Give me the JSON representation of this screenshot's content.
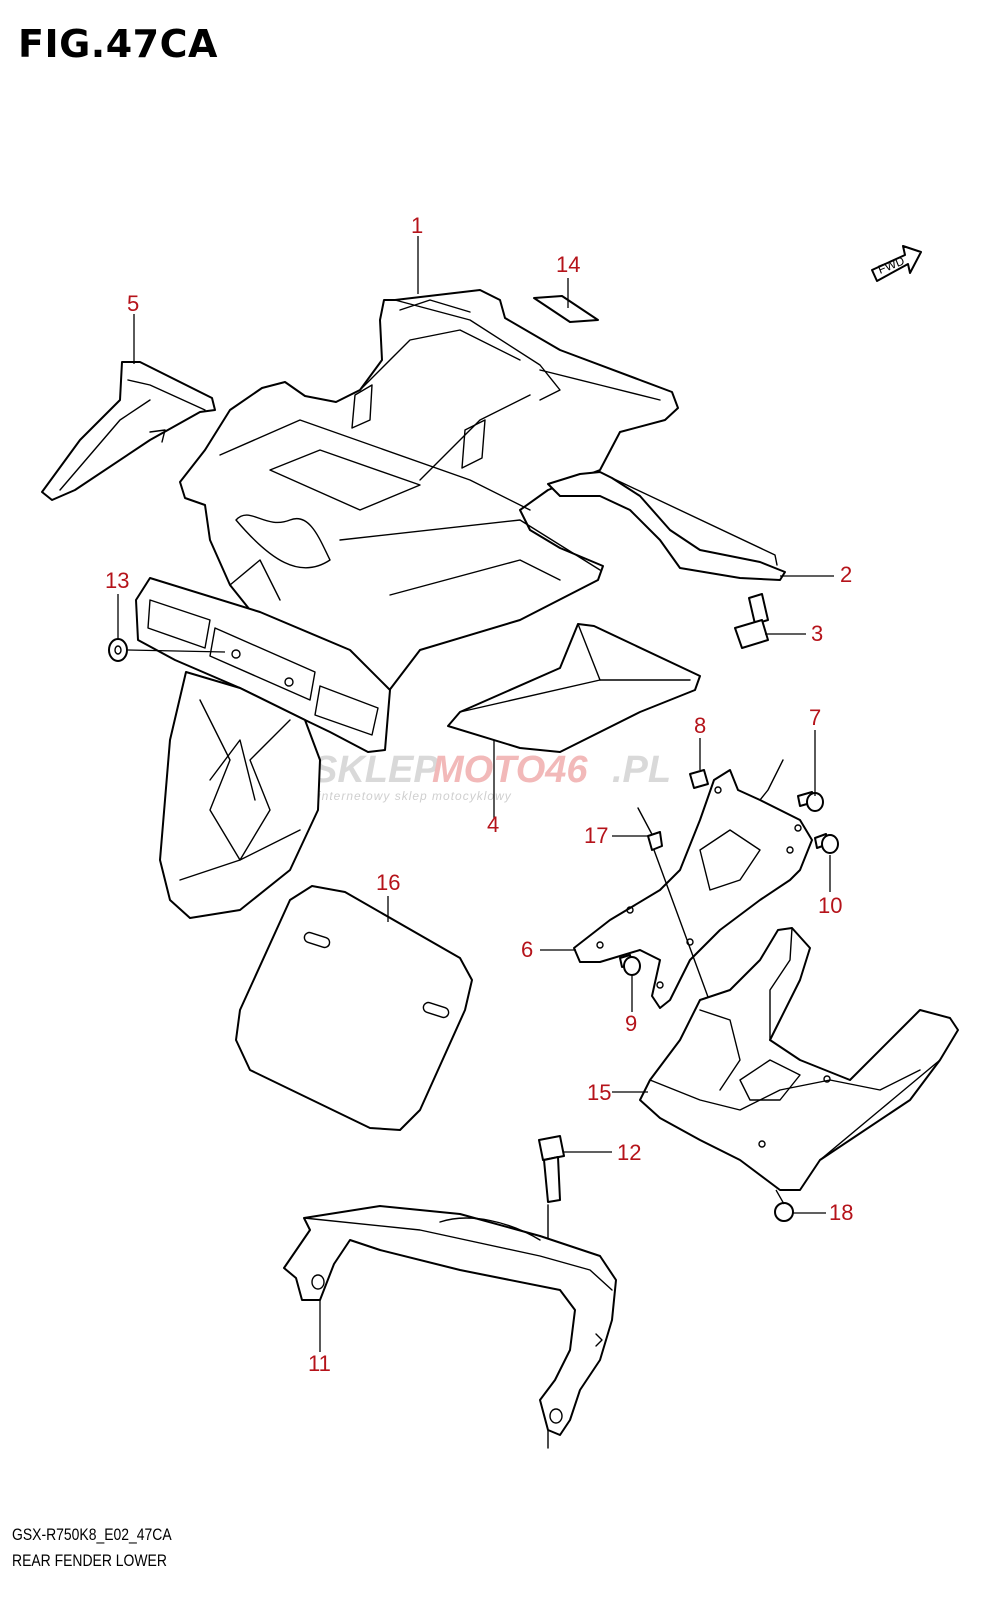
{
  "figure": {
    "title": "FIG.47CA",
    "model_code": "GSX-R750K8_E02_47CA",
    "section_name": "REAR FENDER LOWER"
  },
  "direction_marker": {
    "text": "FWD"
  },
  "watermark": {
    "brand_gray": "SKLEP",
    "brand_red": "MOTO46",
    "brand_tail": ".PL",
    "tagline": "internetowy sklep motocyklowy"
  },
  "callouts": [
    "1",
    "2",
    "3",
    "4",
    "5",
    "6",
    "7",
    "8",
    "9",
    "10",
    "11",
    "12",
    "13",
    "14",
    "15",
    "16",
    "17",
    "18"
  ],
  "colors": {
    "callout_text": "#b5131a",
    "line_art": "#000000",
    "watermark_red": "#f2b9b9",
    "watermark_gray": "#d9d9d9"
  }
}
